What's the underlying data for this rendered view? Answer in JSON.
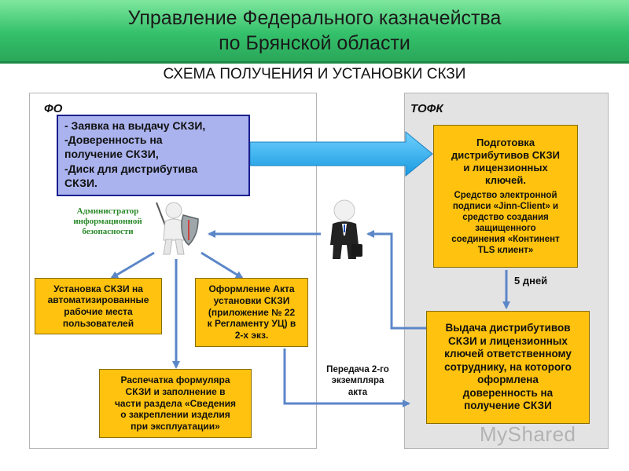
{
  "header": {
    "line1": "Управление Федерального казначейства",
    "line2": "по Брянской области",
    "subtitle": "СХЕМА ПОЛУЧЕНИЯ И УСТАНОВКИ СКЗИ"
  },
  "panels": {
    "left_label": "ФО",
    "right_label": "ТОФК"
  },
  "request_box": {
    "line1": "- Заявка на выдачу СКЗИ,",
    "line2": "-Доверенность на",
    "line3": "получение СКЗИ,",
    "line4": "-Диск для дистрибутива",
    "line5": "СКЗИ."
  },
  "admin_label": {
    "line1": "Администратор",
    "line2": "информационной",
    "line3": "безопасности"
  },
  "prep_box": {
    "title1": "Подготовка",
    "title2": "дистрибутивов СКЗИ",
    "title3": "и лицензионных",
    "title4": "ключей.",
    "d1": "Средство электронной",
    "d2": "подписи «Jinn-Client» и",
    "d3": "средство создания",
    "d4": "защищенного",
    "d5": "соединения «Континент",
    "d6": "TLS клиент»"
  },
  "days_label": "5 дней",
  "issue_box": {
    "l1": "Выдача дистрибутивов",
    "l2": "СКЗИ и лицензионных",
    "l3": "ключей ответственному",
    "l4": "сотруднику, на которого",
    "l5": "оформлена",
    "l6": "доверенность на",
    "l7": "получение СКЗИ"
  },
  "install_box": {
    "l1": "Установка СКЗИ на",
    "l2": "автоматизированные",
    "l3": "рабочие места",
    "l4": "пользователей"
  },
  "act_box": {
    "l1": "Оформление Акта",
    "l2": "установки СКЗИ",
    "l3": "(приложение № 22",
    "l4": "к Регламенту УЦ) в",
    "l5": "2-х экз."
  },
  "print_box": {
    "l1": "Распечатка формуляра",
    "l2": "СКЗИ и заполнение в",
    "l3": "части раздела «Сведения",
    "l4": "о закреплении изделия",
    "l5": "при эксплуатации»"
  },
  "transfer_note": {
    "l1": "Передача 2-го",
    "l2": "экземпляра",
    "l3": "акта"
  },
  "watermark": "MyShared",
  "colors": {
    "banner": "#34c06a",
    "box_fill": "#ffc20e",
    "request_fill": "#aab3ee",
    "arrow_fill": "#20aaf0",
    "connector": "#5b86c8",
    "admin_text": "#2b8a2b"
  }
}
